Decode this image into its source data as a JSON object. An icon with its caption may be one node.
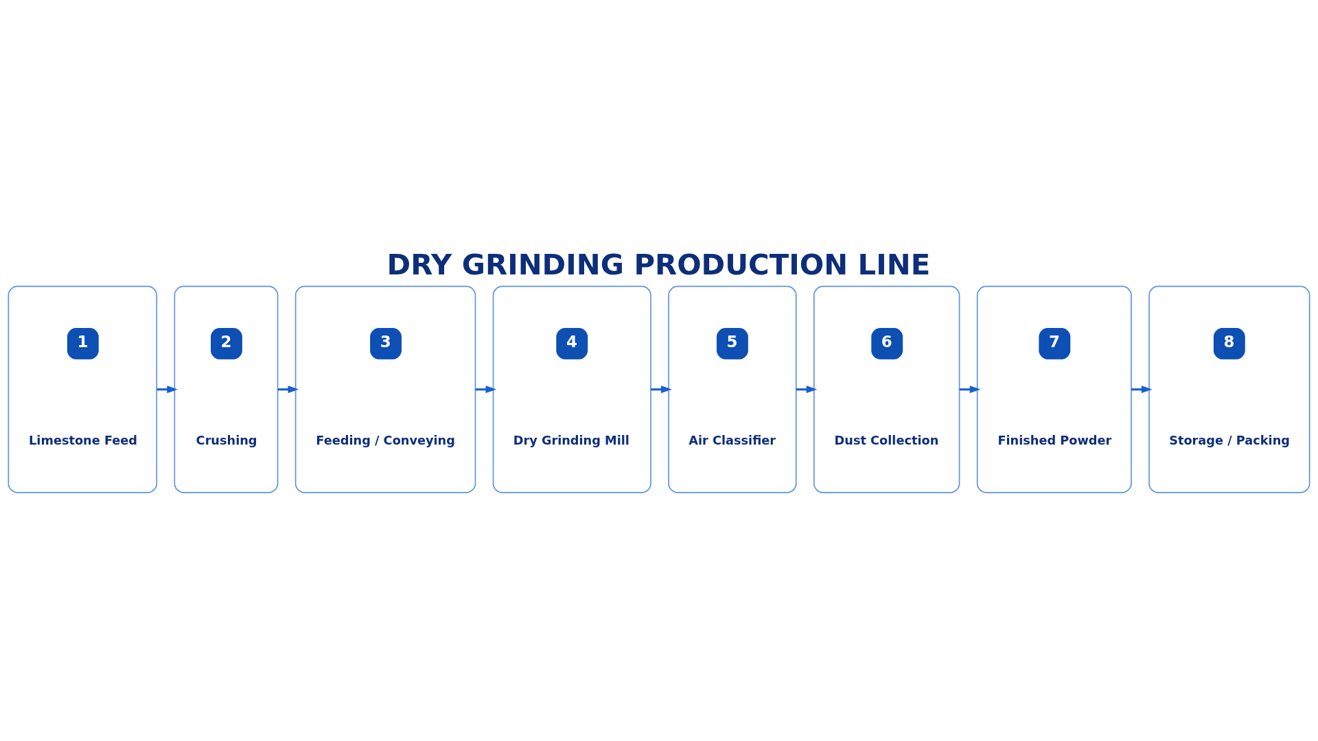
{
  "diagram": {
    "title": "DRY GRINDING PRODUCTION LINE",
    "nodes": [
      {
        "text": [
          "1",
          "Limestone Feed"
        ]
      },
      {
        "text": [
          "2",
          "Crushing"
        ]
      },
      {
        "text": [
          "3",
          "Feeding / Conveying"
        ]
      },
      {
        "text": [
          "4",
          "Dry Grinding Mill"
        ]
      },
      {
        "text": [
          "5",
          "Air Classifier"
        ]
      },
      {
        "text": [
          "6",
          "Dust Collection"
        ]
      },
      {
        "text": [
          "7",
          "Finished Powder"
        ]
      },
      {
        "text": [
          "8",
          "Storage / Packing"
        ]
      }
    ],
    "edges": [
      {
        "from": 0,
        "to": 1,
        "arrow": "to"
      },
      {
        "from": 1,
        "to": 2,
        "arrow": "to"
      },
      {
        "from": 2,
        "to": 3,
        "arrow": "to"
      },
      {
        "from": 3,
        "to": 4,
        "arrow": "to"
      },
      {
        "from": 4,
        "to": 5,
        "arrow": "to"
      },
      {
        "from": 5,
        "to": 6,
        "arrow": "to"
      },
      {
        "from": 6,
        "to": 7,
        "arrow": "to"
      }
    ]
  }
}
